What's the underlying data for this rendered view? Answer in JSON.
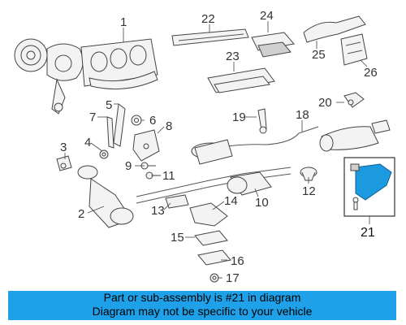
{
  "diagram": {
    "callouts": [
      "1",
      "2",
      "3",
      "4",
      "5",
      "6",
      "7",
      "8",
      "9",
      "10",
      "11",
      "12",
      "13",
      "14",
      "15",
      "16",
      "17",
      "18",
      "19",
      "20",
      "22",
      "23",
      "24",
      "25",
      "26"
    ],
    "highlighted_callout": "21"
  },
  "banner": {
    "line1": "Part or sub-assembly is #21 in diagram",
    "line2": "Diagram may not be specific to your vehicle"
  },
  "colors": {
    "banner": "#1ea1e8",
    "highlight_part": "#1b9ae0"
  }
}
